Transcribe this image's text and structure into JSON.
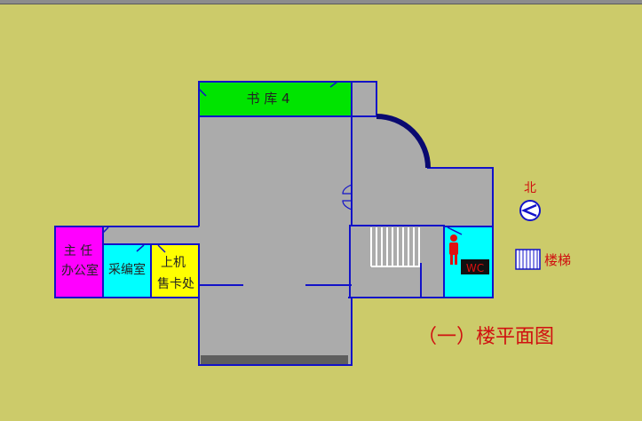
{
  "floor_plan": {
    "title": "（一）楼平面图",
    "rooms": {
      "library": "书 库 4",
      "director_office_line1": "主 任",
      "director_office_line2": "办公室",
      "editing_room": "采编室",
      "card_office_line1": "上机",
      "card_office_line2": "售卡处",
      "wc": "WC"
    },
    "legend": {
      "north": "北",
      "stairs": "楼梯"
    }
  },
  "colors": {
    "background": "#cccb6a",
    "floor": "#ababab",
    "wall": "#1212c8",
    "library": "#00e400",
    "director_office": "#ff00ff",
    "editing_room": "#00ffff",
    "card_office": "#ffff00",
    "wc_room": "#00ffff",
    "title_text": "#d01010"
  },
  "icons": [
    "compass-icon",
    "stairs-icon",
    "toilet-person-icon",
    "door-swing-icon"
  ]
}
